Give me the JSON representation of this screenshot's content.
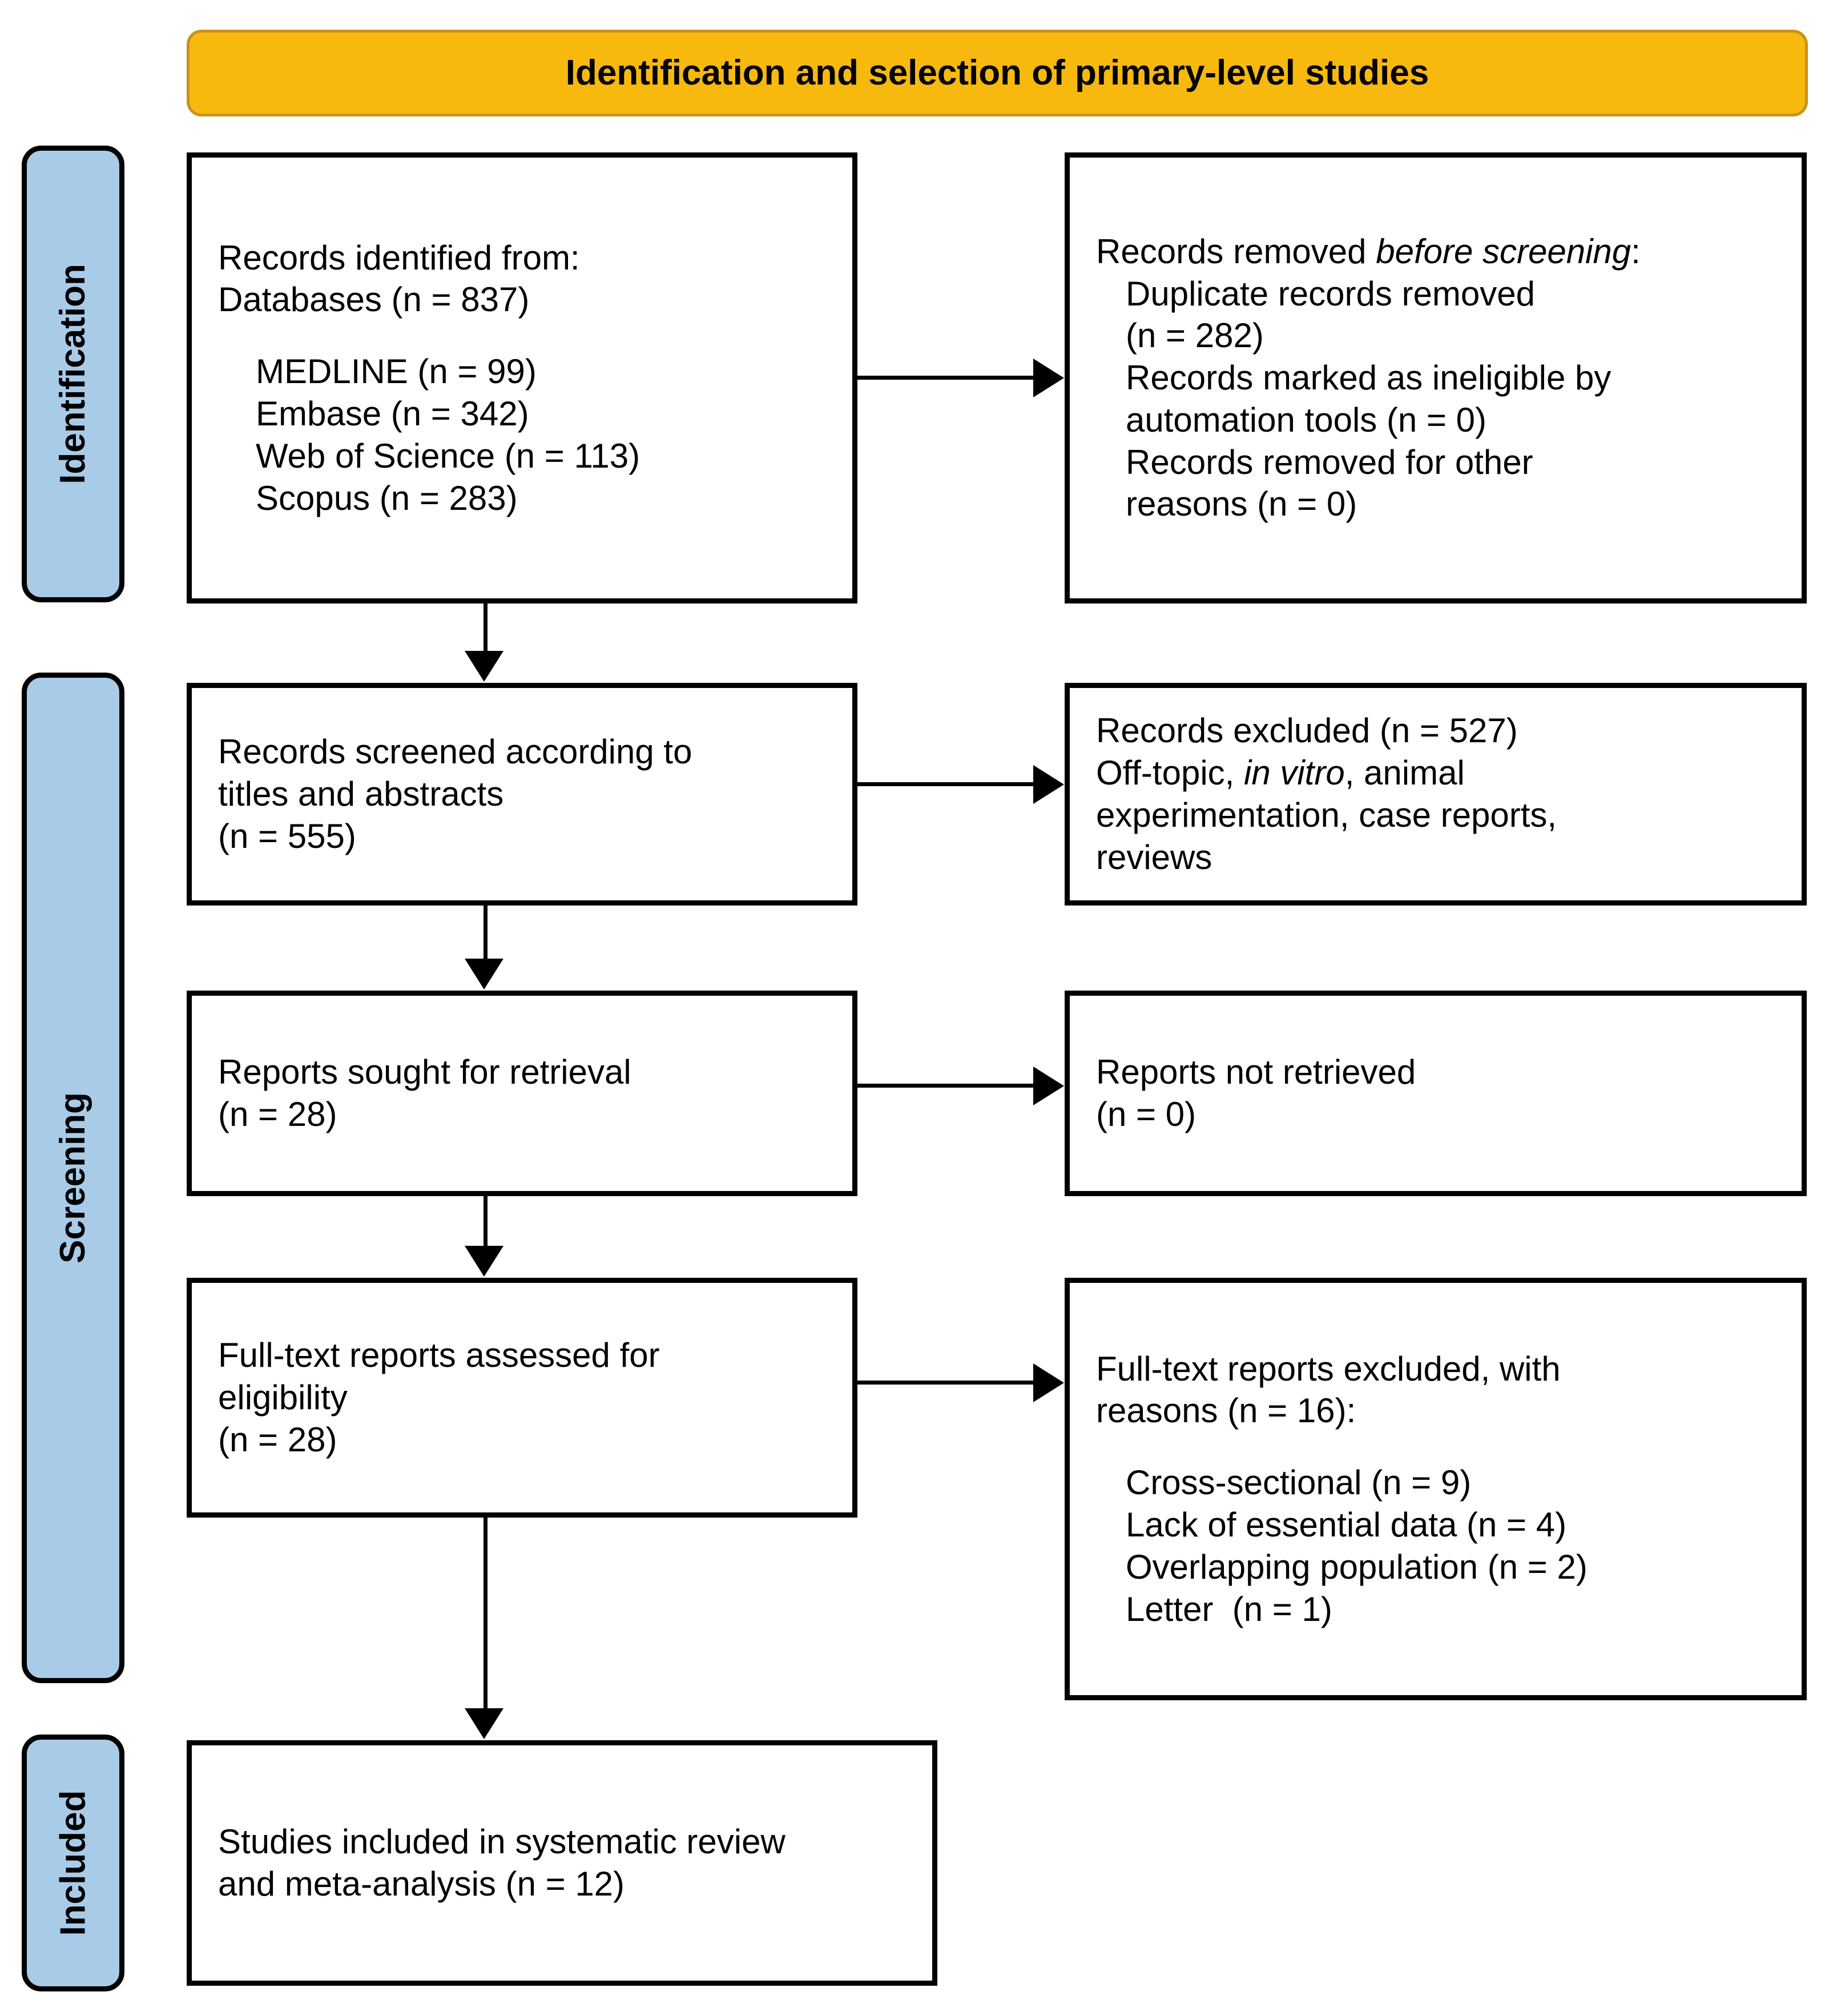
{
  "banner": {
    "title": "Identification and selection of primary-level studies"
  },
  "stages": [
    {
      "id": "identification",
      "label": "Identification"
    },
    {
      "id": "screening",
      "label": "Screening"
    },
    {
      "id": "included",
      "label": "Included"
    }
  ],
  "colors": {
    "banner_fill": "#F7B90D",
    "banner_border": "#C8921C",
    "stage_fill": "#A8CBE8",
    "box_border": "#000000",
    "box_fill": "#FFFFFF",
    "text": "#000000"
  },
  "boxes": {
    "identified": {
      "line1": "Records identified from:",
      "line2": "Databases (n = 837)",
      "sources": [
        "MEDLINE (n = 99)",
        "Embase (n = 342)",
        "Web of Science (n = 113)",
        "Scopus (n = 283)"
      ]
    },
    "removed": {
      "heading_pre": "Records removed ",
      "heading_em": "before screening",
      "heading_post": ":",
      "items": [
        "Duplicate records removed",
        "(n = 282)",
        "Records marked as ineligible by",
        "automation tools (n = 0)",
        "Records removed for other",
        "reasons (n = 0)"
      ]
    },
    "screened": {
      "line1": "Records screened according to",
      "line2": "titles and abstracts",
      "line3": "(n = 555)"
    },
    "excluded": {
      "line1": "Records excluded (n = 527)",
      "line2_pre": "Off-topic, ",
      "line2_em": "in vitro",
      "line2_post": ", animal",
      "line3": "experimentation, case reports,",
      "line4": "reviews"
    },
    "sought": {
      "line1": "Reports sought for retrieval",
      "line2": "(n = 28)"
    },
    "not_retrieved": {
      "line1": "Reports not retrieved",
      "line2": "(n = 0)"
    },
    "eligibility": {
      "line1": "Full-text reports assessed for",
      "line2": "eligibility",
      "line3": "(n = 28)"
    },
    "ft_excluded": {
      "line1": "Full-text reports excluded, with",
      "line2": "reasons (n = 16):",
      "reasons": [
        "Cross-sectional (n = 9)",
        "Lack of essential data (n = 4)",
        "Overlapping population (n = 2)",
        "Letter  (n = 1)"
      ]
    },
    "included": {
      "line1": "Studies included in systematic review",
      "line2": "and meta-analysis (n = 12)"
    }
  },
  "connectors": [
    {
      "name": "identified-to-screened",
      "direction": "down"
    },
    {
      "name": "identified-to-removed",
      "direction": "right"
    },
    {
      "name": "screened-to-sought",
      "direction": "down"
    },
    {
      "name": "screened-to-excluded",
      "direction": "right"
    },
    {
      "name": "sought-to-eligibility",
      "direction": "down"
    },
    {
      "name": "sought-to-not-retrieved",
      "direction": "right"
    },
    {
      "name": "eligibility-to-included",
      "direction": "down"
    },
    {
      "name": "eligibility-to-ft-excluded",
      "direction": "right"
    }
  ]
}
